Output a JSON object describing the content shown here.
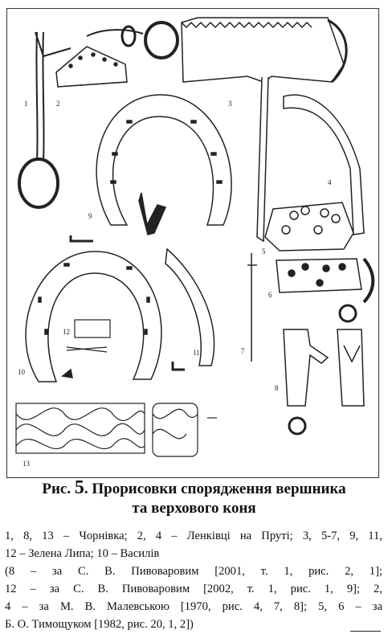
{
  "figure": {
    "labels": [
      "1",
      "2",
      "3",
      "4",
      "5",
      "6",
      "7",
      "8",
      "9",
      "10",
      "11",
      "12",
      "13"
    ],
    "caption_prefix": "Рис.",
    "caption_number": "5",
    "caption_title": ". Прорисовки спорядження вершника",
    "caption_title_line2": "та верхового коня",
    "lines": [
      "1, 8, 13 – Чорнівка; 2, 4 – Ленківці на Пруті; 3, 5-7, 9, 11,",
      "12 – Зелена Липа; 10 – Василів",
      "(8 – за С. В. Пивоваровим [2001, т. 1, рис. 2, 1];",
      "12 – за С. В. Пивоваровим [2002, т. 1, рис. 1, 9]; 2,",
      "4 – за М. В. Малевською [1970, рис. 4, 7, 8]; 5, 6 – за",
      "Б. О. Тимощуком [1982, рис. 20, 1, 2])"
    ]
  }
}
